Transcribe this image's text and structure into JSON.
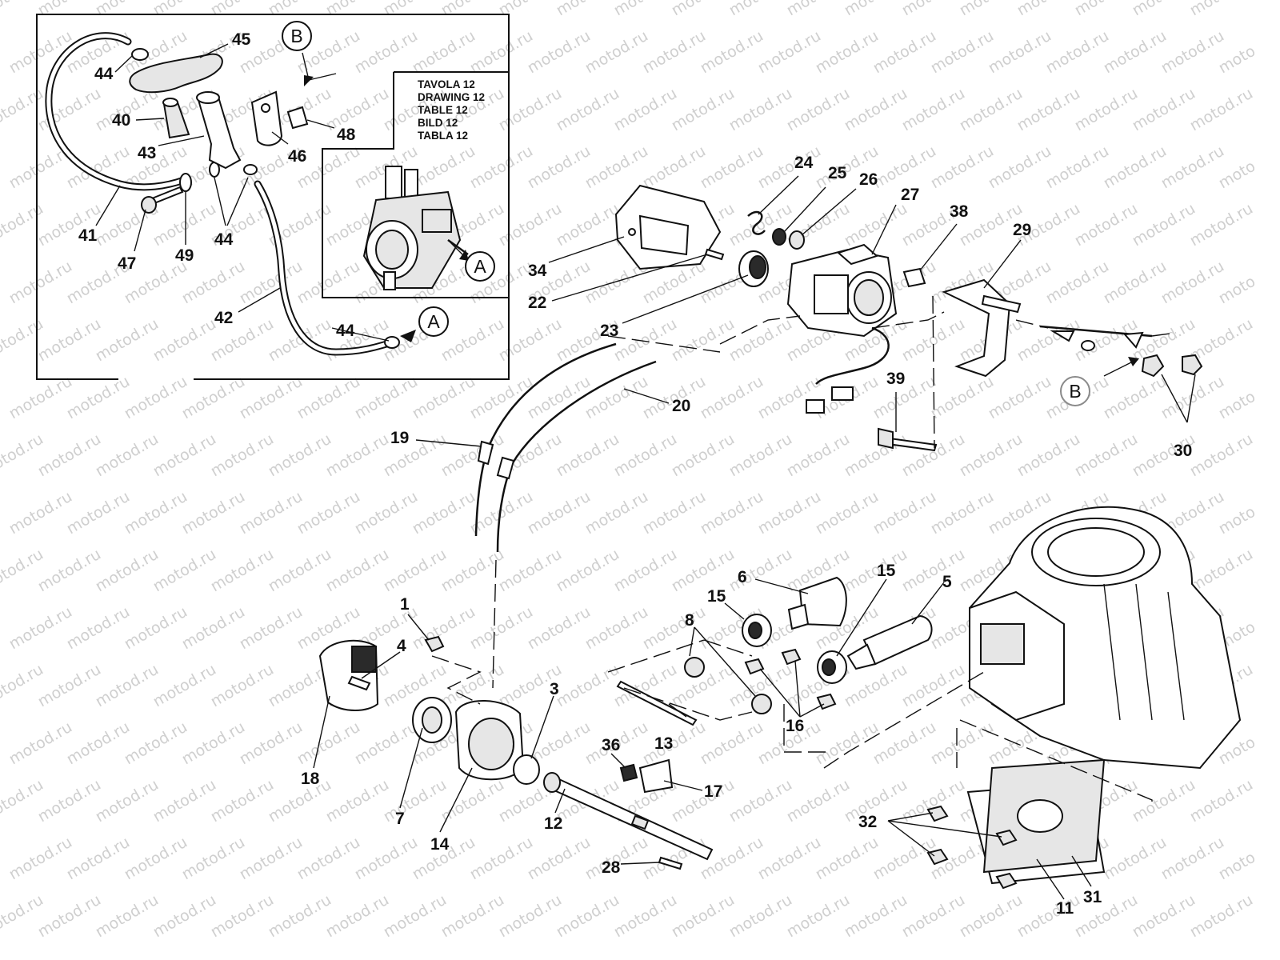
{
  "watermark": {
    "text": "motod.ru"
  },
  "inset": {
    "reference_lines": [
      "TAVOLA 12",
      "DRAWING 12",
      "TABLE 12",
      "BILD 12",
      "TABLA 12"
    ]
  },
  "connection_markers": {
    "a": "A",
    "b": "B"
  },
  "callouts": {
    "c1": "1",
    "c3": "3",
    "c4": "4",
    "c5": "5",
    "c6": "6",
    "c7": "7",
    "c8": "8",
    "c11": "11",
    "c12": "12",
    "c13": "13",
    "c14": "14",
    "c15a": "15",
    "c15b": "15",
    "c16": "16",
    "c17": "17",
    "c18": "18",
    "c19": "19",
    "c20": "20",
    "c22": "22",
    "c23": "23",
    "c24": "24",
    "c25": "25",
    "c26": "26",
    "c27": "27",
    "c28": "28",
    "c29": "29",
    "c30": "30",
    "c31": "31",
    "c32": "32",
    "c34": "34",
    "c36": "36",
    "c38": "38",
    "c39": "39",
    "c40": "40",
    "c41": "41",
    "c42": "42",
    "c43": "43",
    "c44a": "44",
    "c44b": "44",
    "c44c": "44",
    "c45": "45",
    "c46": "46",
    "c47": "47",
    "c48": "48",
    "c49": "49"
  }
}
